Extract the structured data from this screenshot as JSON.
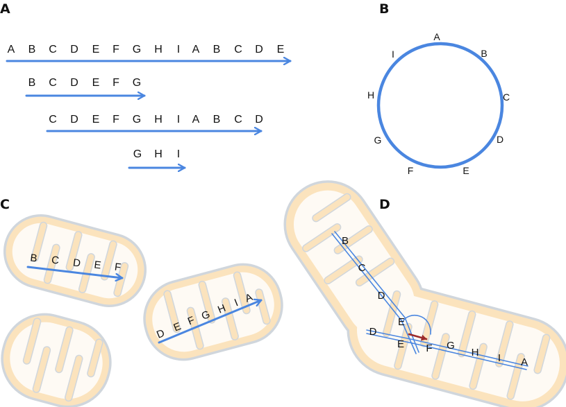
{
  "colors": {
    "arrow": "#4a86e0",
    "mito_fill": "#fbe3bd",
    "mito_stroke": "#d0d6dc",
    "crista_fill": "#fefaf4",
    "red_arrow": "#9b2b2b",
    "text": "#111111"
  },
  "panels": {
    "a": {
      "label": "A",
      "rows": [
        [
          "A",
          "B",
          "C",
          "D",
          "E",
          "F",
          "G",
          "H",
          "I",
          "A",
          "B",
          "C",
          "D",
          "E"
        ],
        [
          "B",
          "C",
          "D",
          "E",
          "F",
          "G"
        ],
        [
          "C",
          "D",
          "E",
          "F",
          "G",
          "H",
          "I",
          "A",
          "B",
          "C",
          "D"
        ],
        [
          "G",
          "H",
          "I"
        ]
      ]
    },
    "b": {
      "label": "B",
      "circle_letters": [
        "A",
        "B",
        "C",
        "D",
        "E",
        "F",
        "G",
        "H",
        "I"
      ]
    },
    "c": {
      "label": "C",
      "mito1_letters": [
        "B",
        "C",
        "D",
        "E",
        "F"
      ],
      "mito2_letters": [
        "D",
        "E",
        "F",
        "G",
        "H",
        "I",
        "A"
      ]
    },
    "d": {
      "label": "D",
      "upper_branch_letters": [
        "B",
        "C",
        "D",
        "E"
      ],
      "lower_branch_letters": [
        "D",
        "E"
      ],
      "right_branch_letters": [
        "F",
        "G",
        "H",
        "I",
        "A"
      ]
    }
  }
}
